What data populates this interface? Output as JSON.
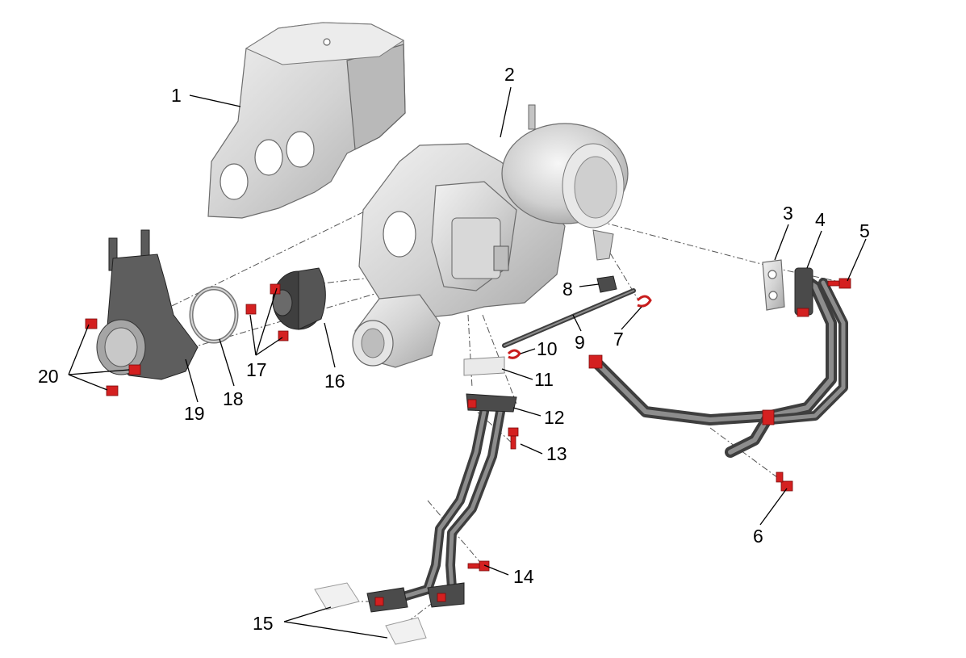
{
  "diagram": {
    "callouts": [
      {
        "id": "1",
        "label": "1"
      },
      {
        "id": "2",
        "label": "2"
      },
      {
        "id": "3",
        "label": "3"
      },
      {
        "id": "4",
        "label": "4"
      },
      {
        "id": "5",
        "label": "5"
      },
      {
        "id": "6",
        "label": "6"
      },
      {
        "id": "7",
        "label": "7"
      },
      {
        "id": "8",
        "label": "8"
      },
      {
        "id": "9",
        "label": "9"
      },
      {
        "id": "10",
        "label": "10"
      },
      {
        "id": "11",
        "label": "11"
      },
      {
        "id": "12",
        "label": "12"
      },
      {
        "id": "13",
        "label": "13"
      },
      {
        "id": "14",
        "label": "14"
      },
      {
        "id": "15",
        "label": "15"
      },
      {
        "id": "16",
        "label": "16"
      },
      {
        "id": "17",
        "label": "17"
      },
      {
        "id": "18",
        "label": "18"
      },
      {
        "id": "19",
        "label": "19"
      },
      {
        "id": "20",
        "label": "20"
      }
    ],
    "colors": {
      "background": "#ffffff",
      "fastener": "#d42020",
      "pipe": "#3e3e3e",
      "metal": "#d6d6d6"
    }
  }
}
